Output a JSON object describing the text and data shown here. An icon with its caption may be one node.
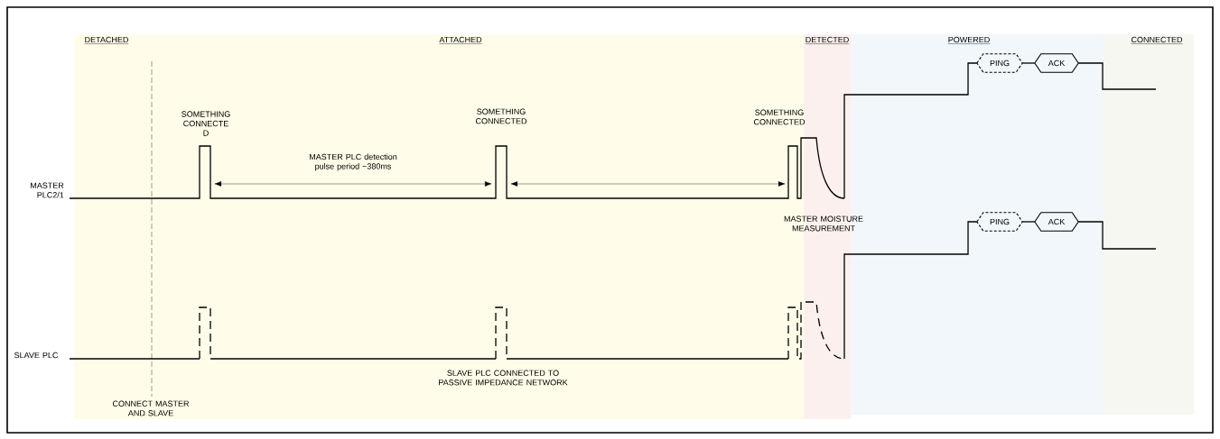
{
  "diagram": {
    "nodes": [
      {
        "text": [
          "PING"
        ]
      },
      {
        "text": [
          "ACK"
        ]
      },
      {
        "text": [
          "PING"
        ]
      },
      {
        "text": [
          "ACK"
        ]
      }
    ],
    "edges": [
      {
        "from": 0,
        "to": 1,
        "arrow": "none"
      },
      {
        "from": 2,
        "to": 3,
        "arrow": "none"
      },
      {
        "from": null,
        "to": 0,
        "arrow": "none"
      },
      {
        "from": 1,
        "to": null,
        "arrow": "none"
      },
      {
        "from": null,
        "to": 2,
        "arrow": "none"
      },
      {
        "from": 3,
        "to": null,
        "arrow": "none"
      }
    ],
    "labels": [
      "DETACHED",
      "ATTACHED",
      "DETECTED",
      "POWERED",
      "CONNECTED",
      "MASTER PLC2/1",
      "SOMETHING CONNECTE D",
      "MASTER PLC detection pulse period ~380ms",
      "SOMETHING CONNECTED",
      "SOMETHING CONNECTED",
      "MASTER MOISTURE MEASUREMENT",
      "SLAVE PLC",
      "SLAVE PLC CONNECTED TO PASSIVE IMPEDANCE NETWORK",
      "CONNECT MASTER AND SLAVE"
    ]
  }
}
